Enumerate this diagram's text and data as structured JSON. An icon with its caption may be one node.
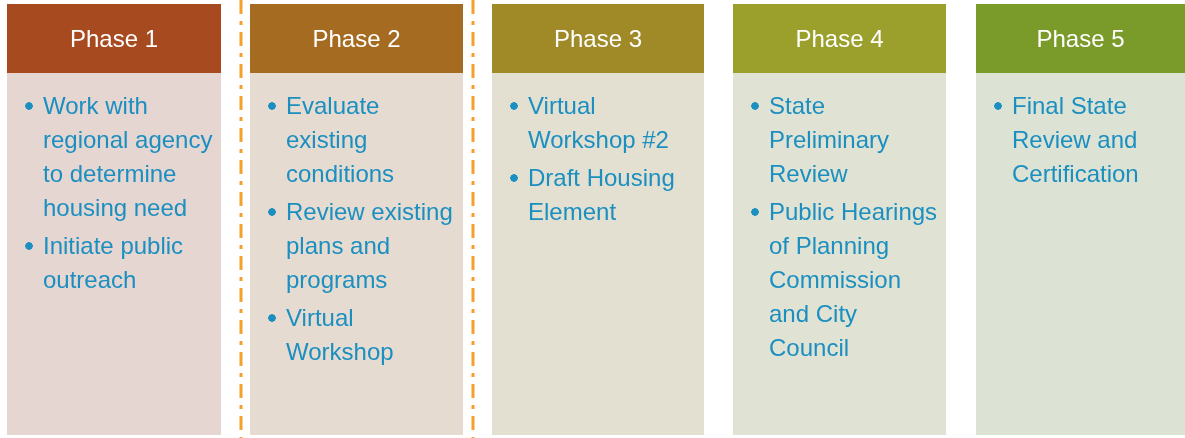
{
  "diagram": {
    "nodes": [
      {
        "text": [
          "Phase 1",
          "Work with regional agency to determine housing need",
          "Initiate public outreach"
        ]
      },
      {
        "text": [
          "Phase 2",
          "Evaluate existing conditions",
          "Review existing plans and programs",
          "Virtual Workshop"
        ]
      },
      {
        "text": [
          "Phase 3",
          "Virtual Workshop #2",
          "Draft Housing Element"
        ]
      },
      {
        "text": [
          "Phase 4",
          "State Preliminary Review",
          "Public Hearings of Planning Commission and City Council"
        ]
      },
      {
        "text": [
          "Phase 5",
          "Final State Review and Certification"
        ]
      }
    ],
    "edges": []
  }
}
